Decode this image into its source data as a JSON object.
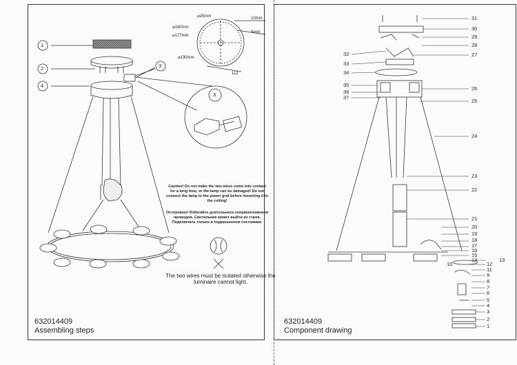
{
  "left": {
    "product_code": "632014409",
    "caption": "Assembling steps",
    "callouts": [
      "1",
      "2",
      "3",
      "4"
    ],
    "dims": {
      "d25": "⌀25mm",
      "d180": "⌀180mm",
      "d177": "⌀177mm",
      "d130": "⌀130mm",
      "m10": "10mm",
      "m5": "5mm",
      "d112": "112"
    },
    "caution_en": "Caution! Do not make the two wires come into contact for a long time, or the lamp can be damaged! Do not connect the lamp to the power grid before mounting it to the ceiling!",
    "caution_ru": "Осторожно! Избегайте длительного соприкосновения проводов. Светильник может выйти из строя. Подключать только в подвешенном состоянии.",
    "isolation_note": "The two wires must be isolated otherwise the luminaire cannot light."
  },
  "right": {
    "product_code": "632014409",
    "caption": "Component drawing",
    "part_numbers": [
      "1",
      "2",
      "3",
      "4",
      "5",
      "6",
      "7",
      "8",
      "9",
      "10",
      "11",
      "12",
      "13",
      "14",
      "15",
      "16",
      "17",
      "18",
      "19",
      "20",
      "21",
      "22",
      "23",
      "24",
      "25",
      "26",
      "27",
      "28",
      "29",
      "30",
      "31",
      "32",
      "33",
      "34",
      "35",
      "36",
      "37"
    ]
  },
  "colors": {
    "ink": "#333333",
    "paper": "#fbfbf9",
    "hatch": "#555555"
  }
}
